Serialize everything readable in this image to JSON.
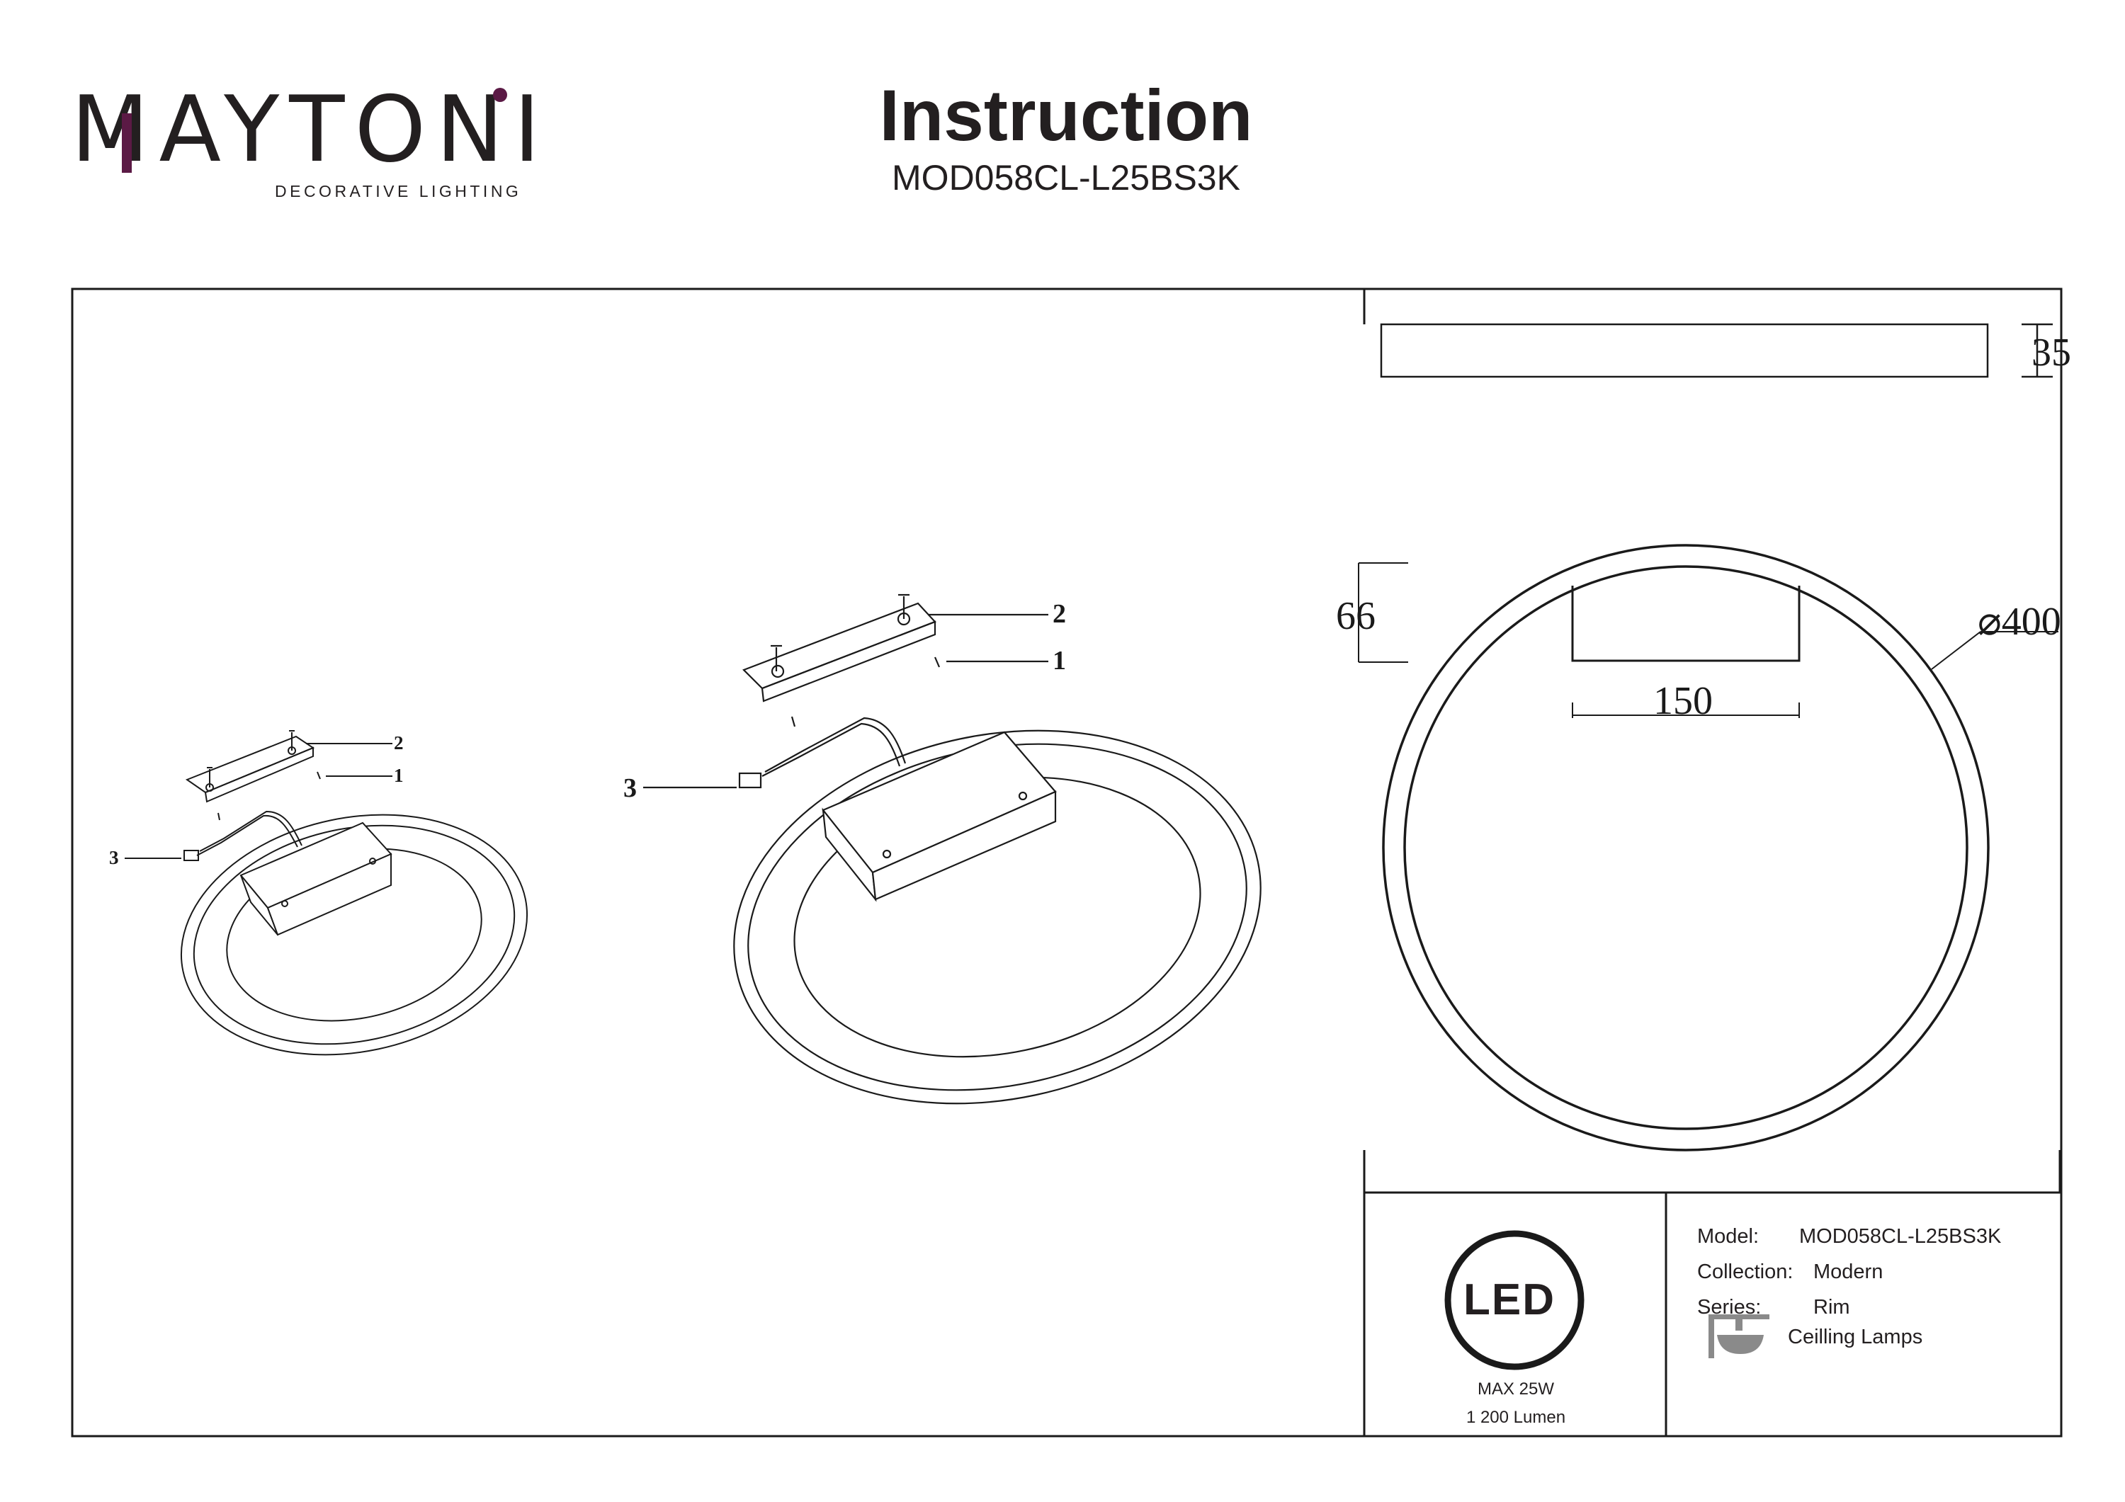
{
  "header": {
    "brand": "MAYTONI",
    "brand_tagline": "DECORATIVE LIGHTING",
    "title": "Instruction",
    "model_code": "MOD058CL-L25BS3K"
  },
  "callouts": {
    "part_1": "1",
    "part_2": "2",
    "part_3": "3"
  },
  "dimensions": {
    "height": "35",
    "diameter": "⌀400",
    "bracket_width": "150",
    "bracket_height": "66"
  },
  "led_block": {
    "led_logo": "LED",
    "max_power": "MAX 25W",
    "luminous_flux": "1 200 Lumen"
  },
  "info_block": {
    "model_label": "Model:",
    "model_value": "MOD058CL-L25BS3K",
    "collection_label": "Collection:",
    "collection_value": "Modern",
    "series_label": "Series:",
    "series_value": "Rim",
    "type_value": "Ceilling Lamps",
    "type_icon": "ceiling-lamp-icon"
  },
  "colors": {
    "line": "#1a1a1a",
    "brand_accent": "#5b1a45"
  }
}
